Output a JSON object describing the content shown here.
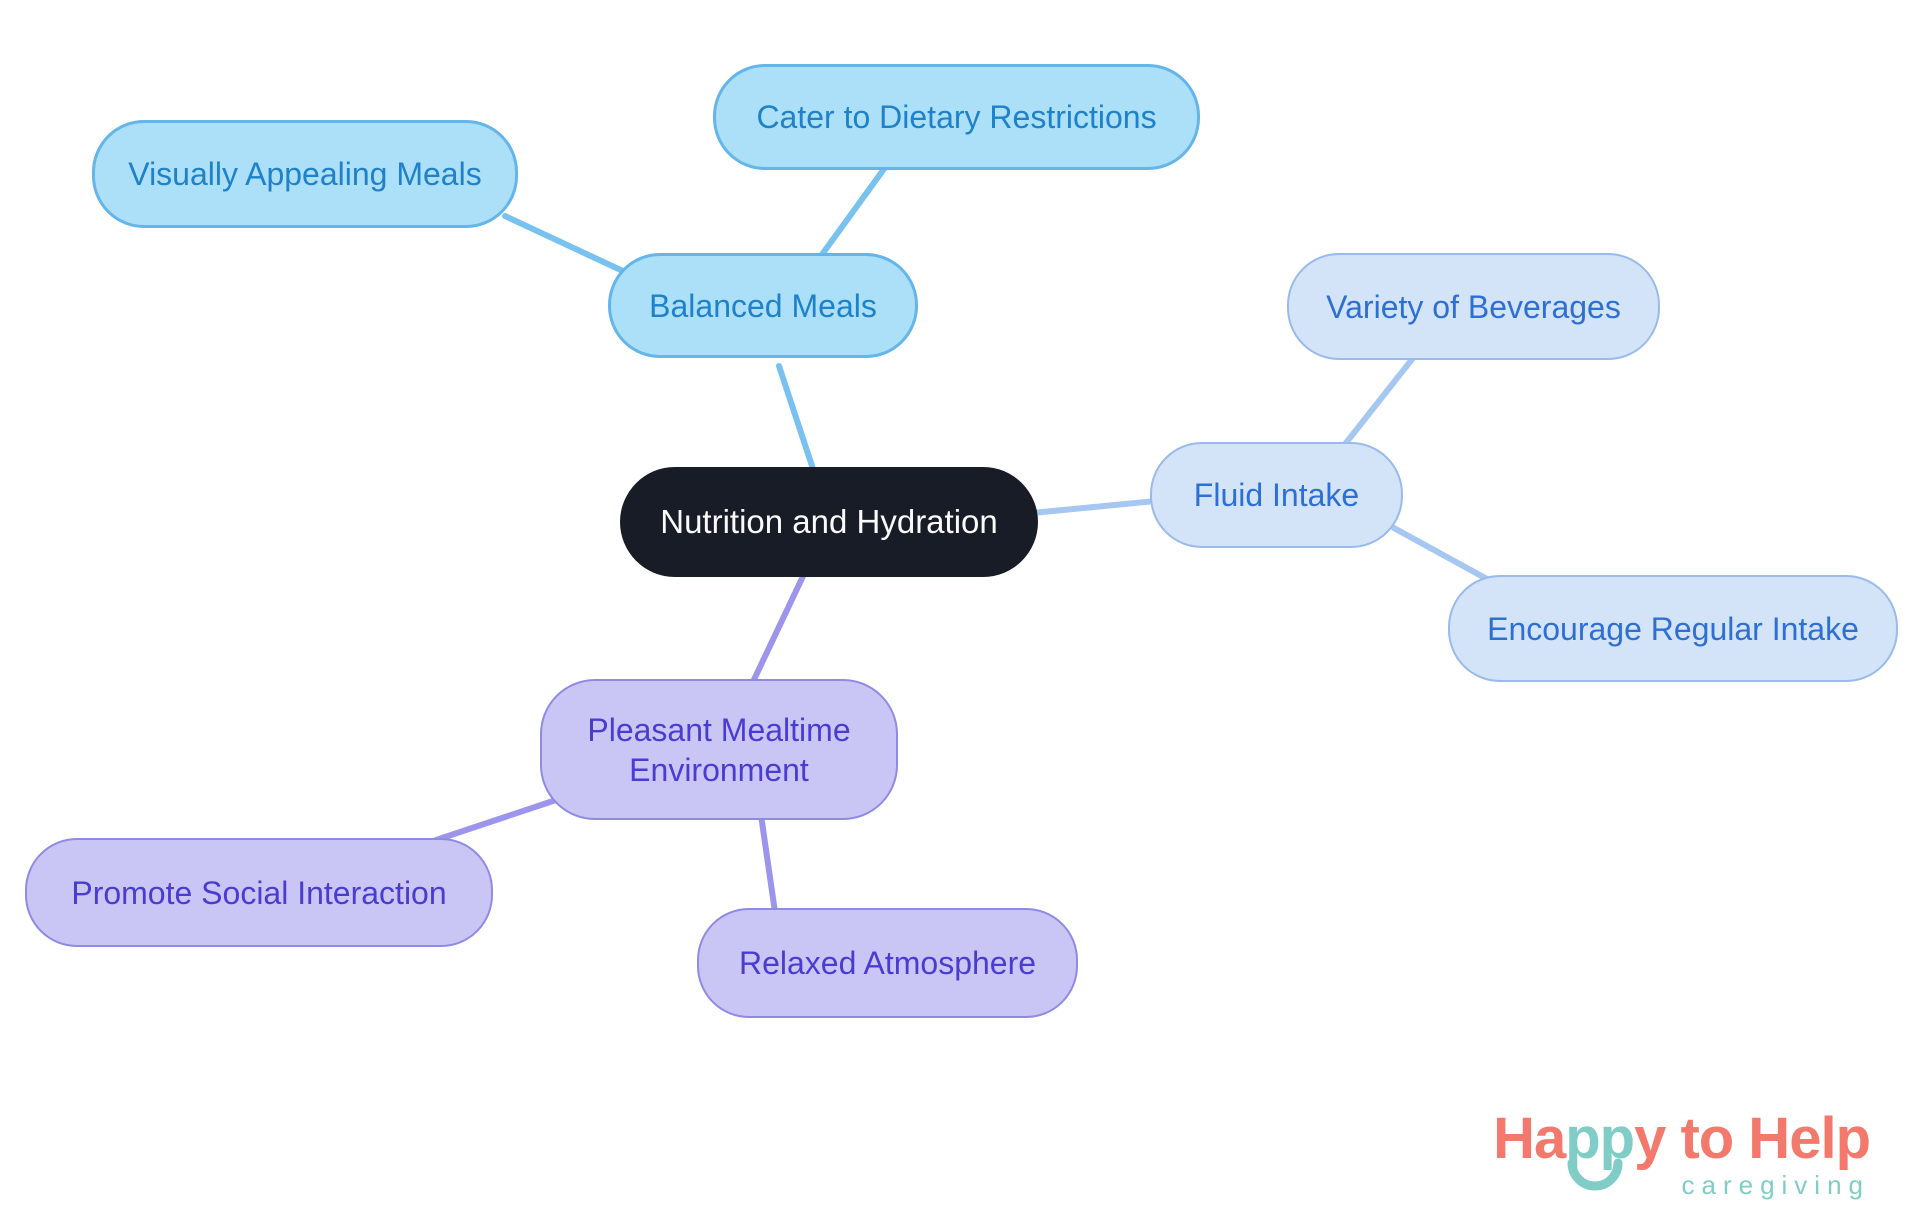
{
  "canvas": {
    "background": "#FFFFFF"
  },
  "central_node": {
    "label": "Nutrition and Hydration",
    "fill": "#171C26",
    "text_color": "#FAFAFB"
  },
  "branches": [
    {
      "label": "Balanced Meals",
      "palette": {
        "fill": "#ACDFF8",
        "border": "#64B5E9",
        "text": "#1E81C9",
        "line": "#79C2EF"
      },
      "children": [
        {
          "label": "Visually Appealing Meals"
        },
        {
          "label": "Cater to Dietary Restrictions"
        }
      ]
    },
    {
      "label": "Fluid Intake",
      "palette": {
        "fill": "#D3E3F8",
        "border": "#9ABAEB",
        "text": "#2E6FD3",
        "line": "#A6C7F1"
      },
      "children": [
        {
          "label": "Variety of Beverages"
        },
        {
          "label": "Encourage Regular Intake"
        }
      ]
    },
    {
      "label": "Pleasant Mealtime Environment",
      "palette": {
        "fill": "#C9C6F5",
        "border": "#8F8BE4",
        "text": "#4A3CD2",
        "line": "#9B96EC"
      },
      "children": [
        {
          "label": "Promote Social Interaction"
        },
        {
          "label": "Relaxed Atmosphere"
        }
      ]
    }
  ],
  "logo": {
    "word_part_1": "Ha",
    "word_part_2": "pp",
    "word_part_3": "y to Help",
    "tagline": "caregiving",
    "coral": "#F2796B",
    "teal": "#7FCDC6"
  }
}
